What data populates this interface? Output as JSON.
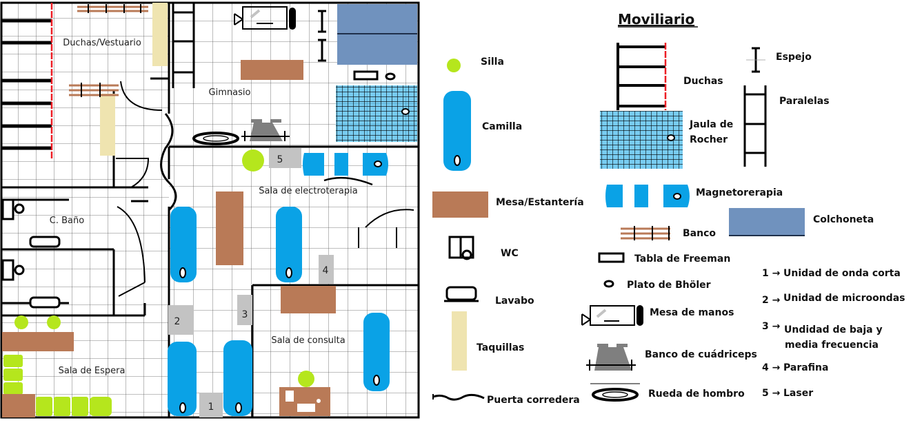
{
  "colors": {
    "wall": "#000000",
    "grid": "#555555",
    "camilla": "#0aa2e6",
    "mesa": "#b97a57",
    "taquilla": "#efe4b0",
    "silla": "#b5e61d",
    "colchoneta": "#7092be",
    "equipo": "#c3c3c3",
    "ducha_cortina": "#ed1c24"
  },
  "rooms": {
    "duchas": "Duchas/Vestuario",
    "gimnasio": "Gimnasio",
    "electro": "Sala de electroterapia",
    "bano": "C. Baño",
    "espera": "Sala de Espera",
    "consulta": "Sala de consulta"
  },
  "units": [
    "1",
    "2",
    "3",
    "4",
    "5"
  ],
  "legend": {
    "title": "Moviliario",
    "silla": "Silla",
    "camilla": "Camilla",
    "mesa": "Mesa/Estantería",
    "wc": "WC",
    "lavabo": "Lavabo",
    "taquillas": "Taquillas",
    "puerta": "Puerta corredera",
    "duchas": "Duchas",
    "jaula_1": "Jaula de",
    "jaula_2": "Rocher",
    "magneto": "Magnetorerapia",
    "banco": "Banco",
    "freeman": "Tabla de Freeman",
    "bholer": "Plato de Bhöler",
    "mesa_manos": "Mesa de manos",
    "cuadriceps": "Banco de cuádriceps",
    "rueda": "Rueda de hombro",
    "espejo": "Espejo",
    "paralelas": "Paralelas",
    "colchoneta": "Colchoneta"
  },
  "unit_legend": [
    {
      "num": "1 →",
      "text": "Unidad de onda corta"
    },
    {
      "num": "2 →",
      "text": "Unidad de microondas"
    },
    {
      "num": "3 →",
      "text": "Undidad de baja y"
    },
    {
      "num": "",
      "text": "media frecuencia"
    },
    {
      "num": "4 →",
      "text": "Parafina"
    },
    {
      "num": "5 →",
      "text": "Laser"
    }
  ]
}
